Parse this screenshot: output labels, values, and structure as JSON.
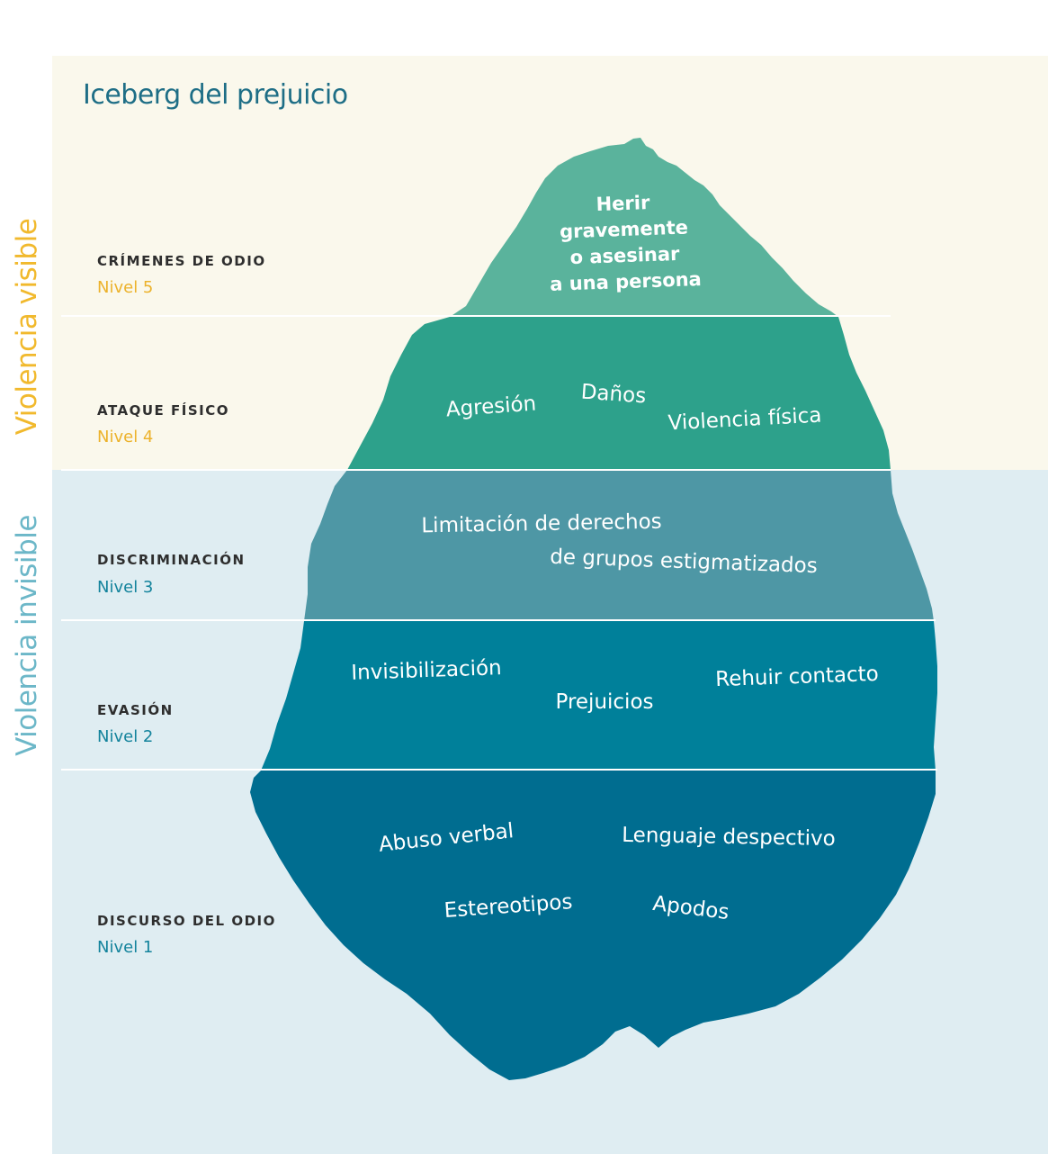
{
  "title": "Iceberg del prejuicio",
  "side_labels": {
    "visible": "Violencia visible",
    "invisible": "Violencia invisible"
  },
  "levels": [
    {
      "name": "CRÍMENES DE ODIO",
      "level": "Nivel 5"
    },
    {
      "name": "ATAQUE FÍSICO",
      "level": "Nivel 4"
    },
    {
      "name": "DISCRIMINACIÓN",
      "level": "Nivel 3"
    },
    {
      "name": "EVASIÓN",
      "level": "Nivel 2"
    },
    {
      "name": "DISCURSO DEL ODIO",
      "level": "Nivel 1"
    }
  ],
  "iceberg": {
    "level5": [
      "Herir",
      "gravemente",
      "o asesinar",
      "a una persona"
    ],
    "level4": [
      "Agresión",
      "Daños",
      "Violencia física"
    ],
    "level3": [
      "Limitación de derechos",
      "de grupos estigmatizados"
    ],
    "level2": [
      "Invisibilización",
      "Prejuicios",
      "Rehuir contacto"
    ],
    "level1": [
      "Abuso verbal",
      "Lenguaje despectivo",
      "Estereotipos",
      "Apodos"
    ]
  },
  "colors": {
    "level5": "#5ab39c",
    "level4": "#2da18b",
    "level3": "#4e97a5",
    "level2": "#00809a",
    "level1": "#006d90",
    "visible": "#f1b92d",
    "invisible": "#6cb7c8",
    "title": "#1e6e86"
  }
}
